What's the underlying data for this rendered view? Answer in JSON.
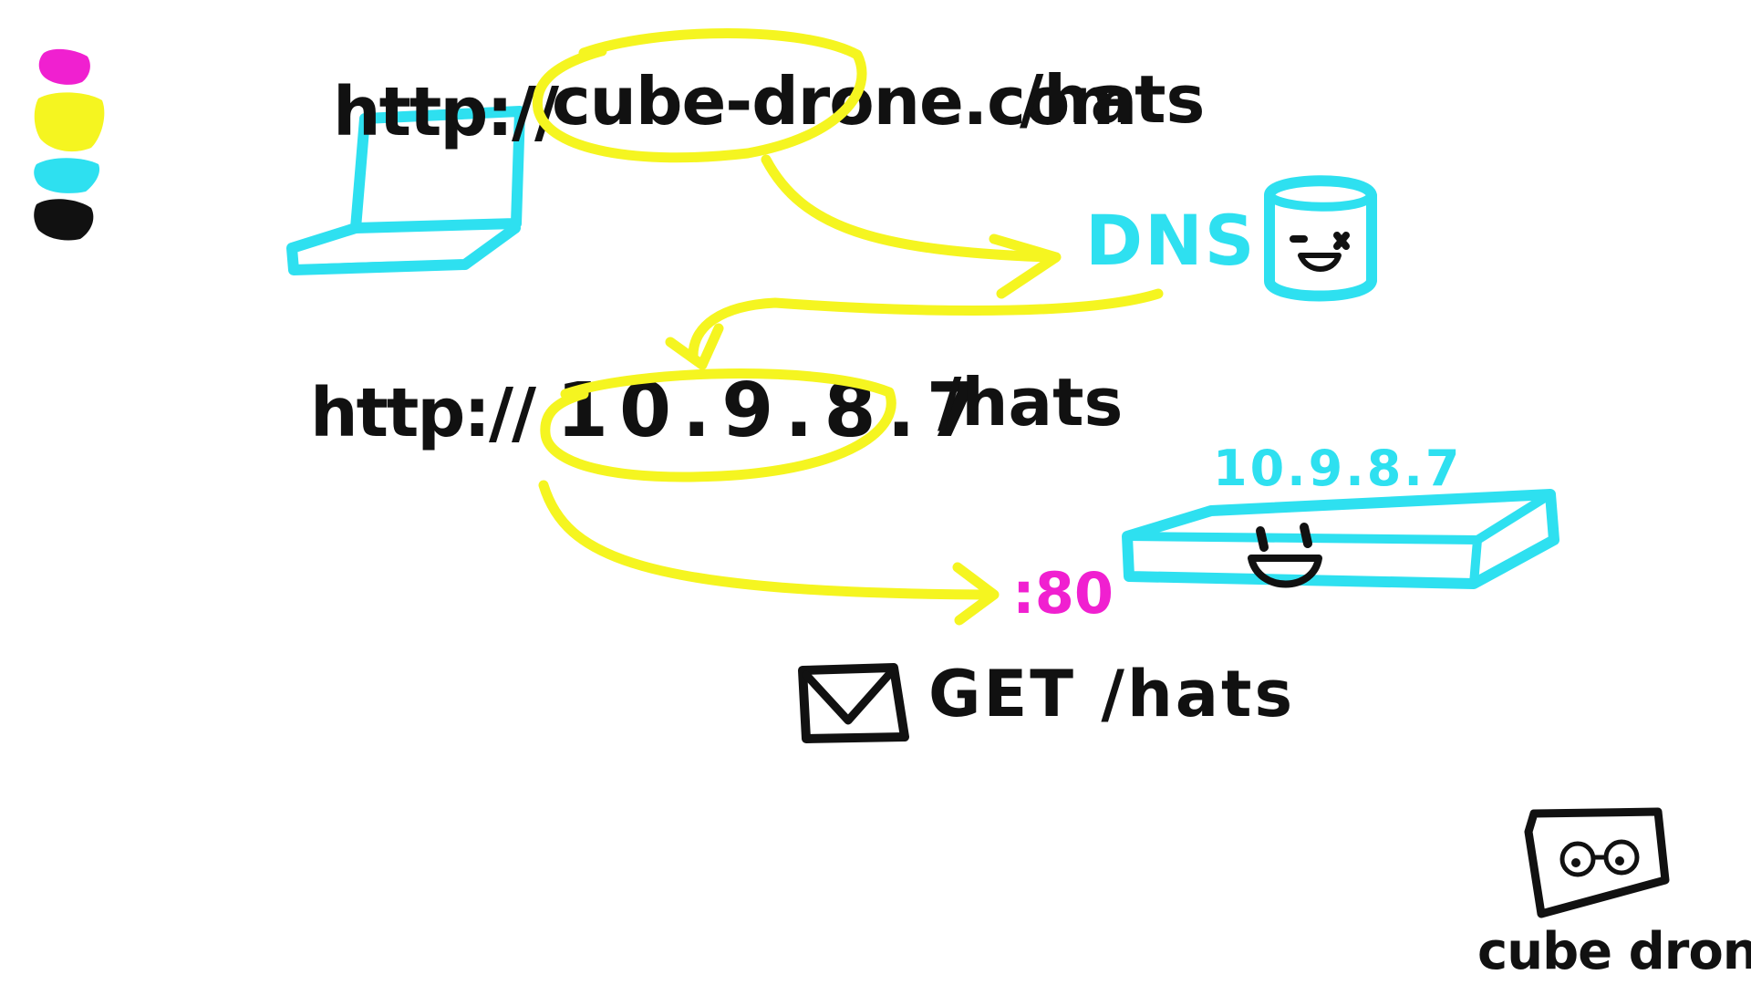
{
  "colors": {
    "black": "#111111",
    "cyan": "#2ee0f0",
    "yellow": "#f5f520",
    "magenta": "#f020d0"
  },
  "palette": {
    "swatches": [
      "magenta",
      "yellow",
      "cyan",
      "black"
    ]
  },
  "urls": {
    "domain_url": {
      "scheme": "http://",
      "host": "cube-drone.com",
      "path": "/hats"
    },
    "ip_url": {
      "scheme": "http://",
      "host": "10.9.8.7",
      "path": "/hats"
    }
  },
  "dns": {
    "label": "DNS",
    "icon": "database-smiley-icon"
  },
  "server": {
    "ip_label": "10.9.8.7",
    "port_label": ":80",
    "icon": "server-smiley-icon"
  },
  "request": {
    "icon": "envelope-icon",
    "label": "GET /hats"
  },
  "brand": {
    "logo_icon": "cube-drone-logo-icon",
    "text": "cube drone"
  },
  "laptop": {
    "icon": "laptop-icon"
  }
}
